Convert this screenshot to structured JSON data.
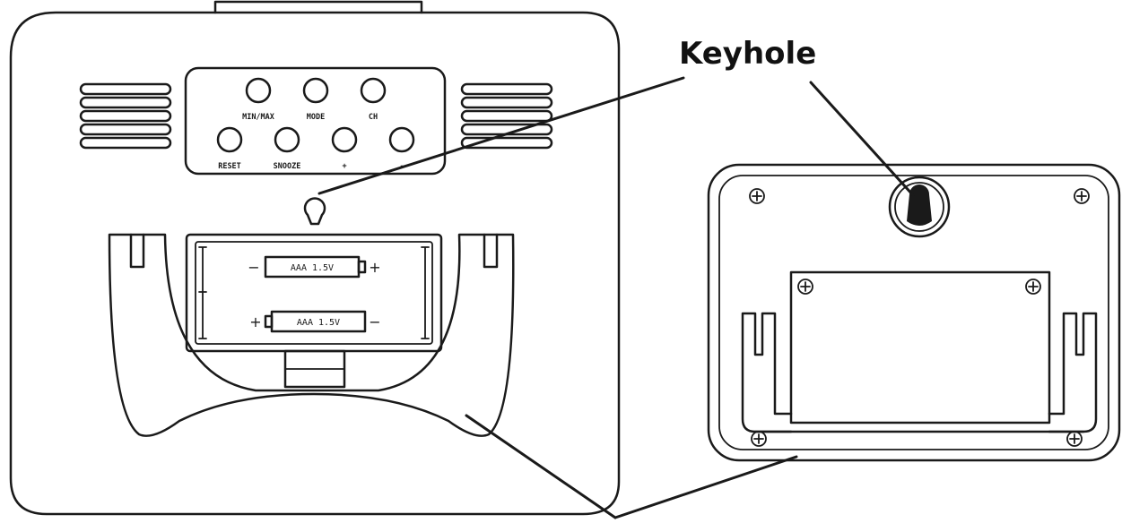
{
  "callout": {
    "keyhole_label": "Keyhole"
  },
  "buttons_row1": [
    "MIN/MAX",
    "MODE",
    "CH"
  ],
  "buttons_row2": [
    "RESET",
    "SNOOZE",
    "+",
    "-"
  ],
  "battery1": {
    "label": "AAA 1.5V",
    "left_sign": "−",
    "right_sign": "+"
  },
  "battery2": {
    "label": "AAA 1.5V",
    "left_sign": "+",
    "right_sign": "−"
  }
}
